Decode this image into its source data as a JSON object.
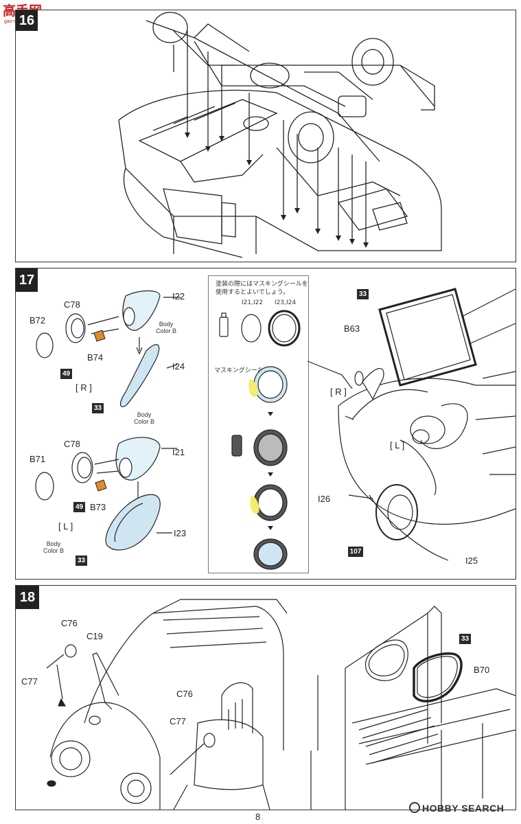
{
  "watermark_logo": {
    "text": "高手网",
    "url_text": "gao-shou.com"
  },
  "step16": {
    "number": "16"
  },
  "step17": {
    "number": "17",
    "labels": {
      "C78a": "C78",
      "B72": "B72",
      "B74": "B74",
      "I22": "I22",
      "I24": "I24",
      "body_color_1": "Body\nColor B",
      "r": "[ R ]",
      "tag49a": "49",
      "tag33a": "33",
      "body_color_2": "Body\nColor B",
      "C78b": "C78",
      "B71": "B71",
      "I21": "I21",
      "B73": "B73",
      "tag49b": "49",
      "l": "[ L ]",
      "body_color_3": "Body\nColor B",
      "tag33b": "33",
      "I23": "I23"
    },
    "inset": {
      "note_line1": "塗装の際にはマスキングシールを",
      "note_line2": "使用するとよいでしょう。",
      "col1": "I21,I22",
      "col2": "I23,I24",
      "masking": "マスキングシール"
    },
    "right": {
      "tag33": "33",
      "B63": "B63",
      "r": "[ R ]",
      "l": "[ L ]",
      "I26": "I26",
      "tag107": "107",
      "I25": "I25"
    }
  },
  "step18": {
    "number": "18",
    "labels": {
      "C76a": "C76",
      "C19": "C19",
      "C77a": "C77",
      "C76b": "C76",
      "C77b": "C77",
      "tag33": "33",
      "B70": "B70"
    }
  },
  "footer": {
    "brand": "HOBBY SEARCH",
    "page": "8"
  },
  "colors": {
    "accent_blue": "#cfe6f2",
    "orange": "#e08a2c",
    "yellow": "#f4ec6a"
  }
}
